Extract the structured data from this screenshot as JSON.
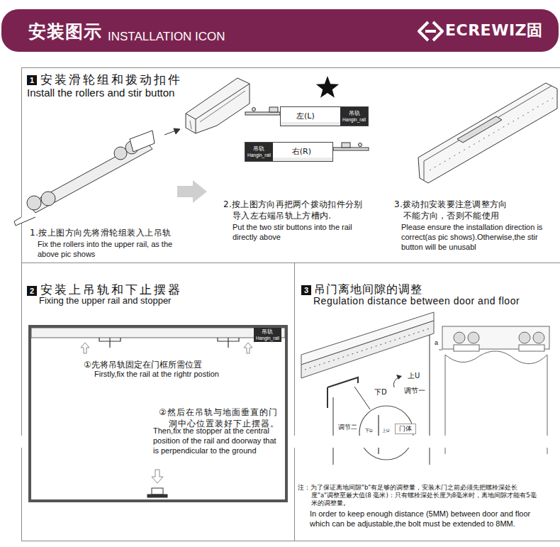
{
  "diagram": {
    "title": "安装图示",
    "nodes": [
      {
        "text": [
          "1",
          "安装滑轮组和拨动扣件",
          "Install the rollers and stir button"
        ]
      },
      {
        "text": [
          "左(L)"
        ],
        "in": 0
      },
      {
        "text": [
          "吊轨",
          "Hangin_rail"
        ],
        "in": 1
      },
      {
        "text": [
          "右(R)"
        ],
        "in": 0
      },
      {
        "text": [
          "吊轨",
          "Hangin_rail"
        ],
        "in": 3
      },
      {
        "text": [
          "2",
          "安装上吊轨和下止摆器",
          "Fixing the upper rail and stopper"
        ]
      },
      {
        "text": [
          "①先将吊轨固定在门框所需位置",
          "Firstly,fix the rail at the rightr postion",
          "②然后在吊轨与地面垂直的门洞中心位置装好下止摆器。",
          "Then,fix the stopper at the central position of the rail and doorway that is perpendicular to the ground"
        ],
        "in": 5
      },
      {
        "text": [
          "吊轨",
          "Hangin_rail"
        ],
        "in": 6
      },
      {
        "text": [
          "3",
          "吊门离地间隙的调整",
          "Regulation distance between door and floor"
        ]
      },
      {
        "text": [
          "门体"
        ],
        "in": 8
      }
    ],
    "labels": [
      "INSTALLATION ICON",
      "ECREWIZ固",
      "1.按上图方向先将滑轮组装入上吊轨",
      "Fix the rollers into the upper rail, as the above pic shows",
      "2.按上图方向再把两个拨动扣件分别导入左右端吊轨上方槽内.",
      "Put the two stir buttons into the rail directly above",
      "3.拨动扣安装要注意调整方向不能方向，否则不能使用",
      "Please ensure the installation direction is correct(as pic shows).Otherwise,the stir button will be unusabl",
      "a",
      "上U",
      "下D",
      "调节一",
      "调节二",
      "下D",
      "上U",
      "注：为了保证离地间隙\"b\"有足够的调整量，安装木门之前必须先把螺栓深处长度\"a\"调整至最大值(8 毫米)：只有螺栓深处长度为8毫米时，离地间隙才能有5毫米的调整量。",
      "In order to keep enough distance (5MM) between door and floor which can be adjustable,the bolt must be extended to 8MM."
    ]
  }
}
